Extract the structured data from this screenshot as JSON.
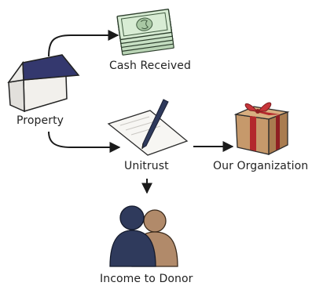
{
  "labels": {
    "property": "Property",
    "cash_received": "Cash Received",
    "unitrust": "Unitrust",
    "organization": "Our Organization",
    "income_to_donor": "Income to Donor"
  },
  "icons": {
    "property": "house-icon",
    "cash_received": "money-stack-icon",
    "unitrust": "document-with-pen-icon",
    "organization": "gift-box-icon",
    "income_to_donor": "two-people-icon"
  },
  "colors": {
    "roof": "#34386e",
    "money": "#c7e0c4",
    "gift_box": "#c6996b",
    "gift_ribbon": "#b3282c",
    "person_back": "#b18a6a",
    "person_front": "#2f3a5c",
    "arrow": "#1a1a1a"
  }
}
